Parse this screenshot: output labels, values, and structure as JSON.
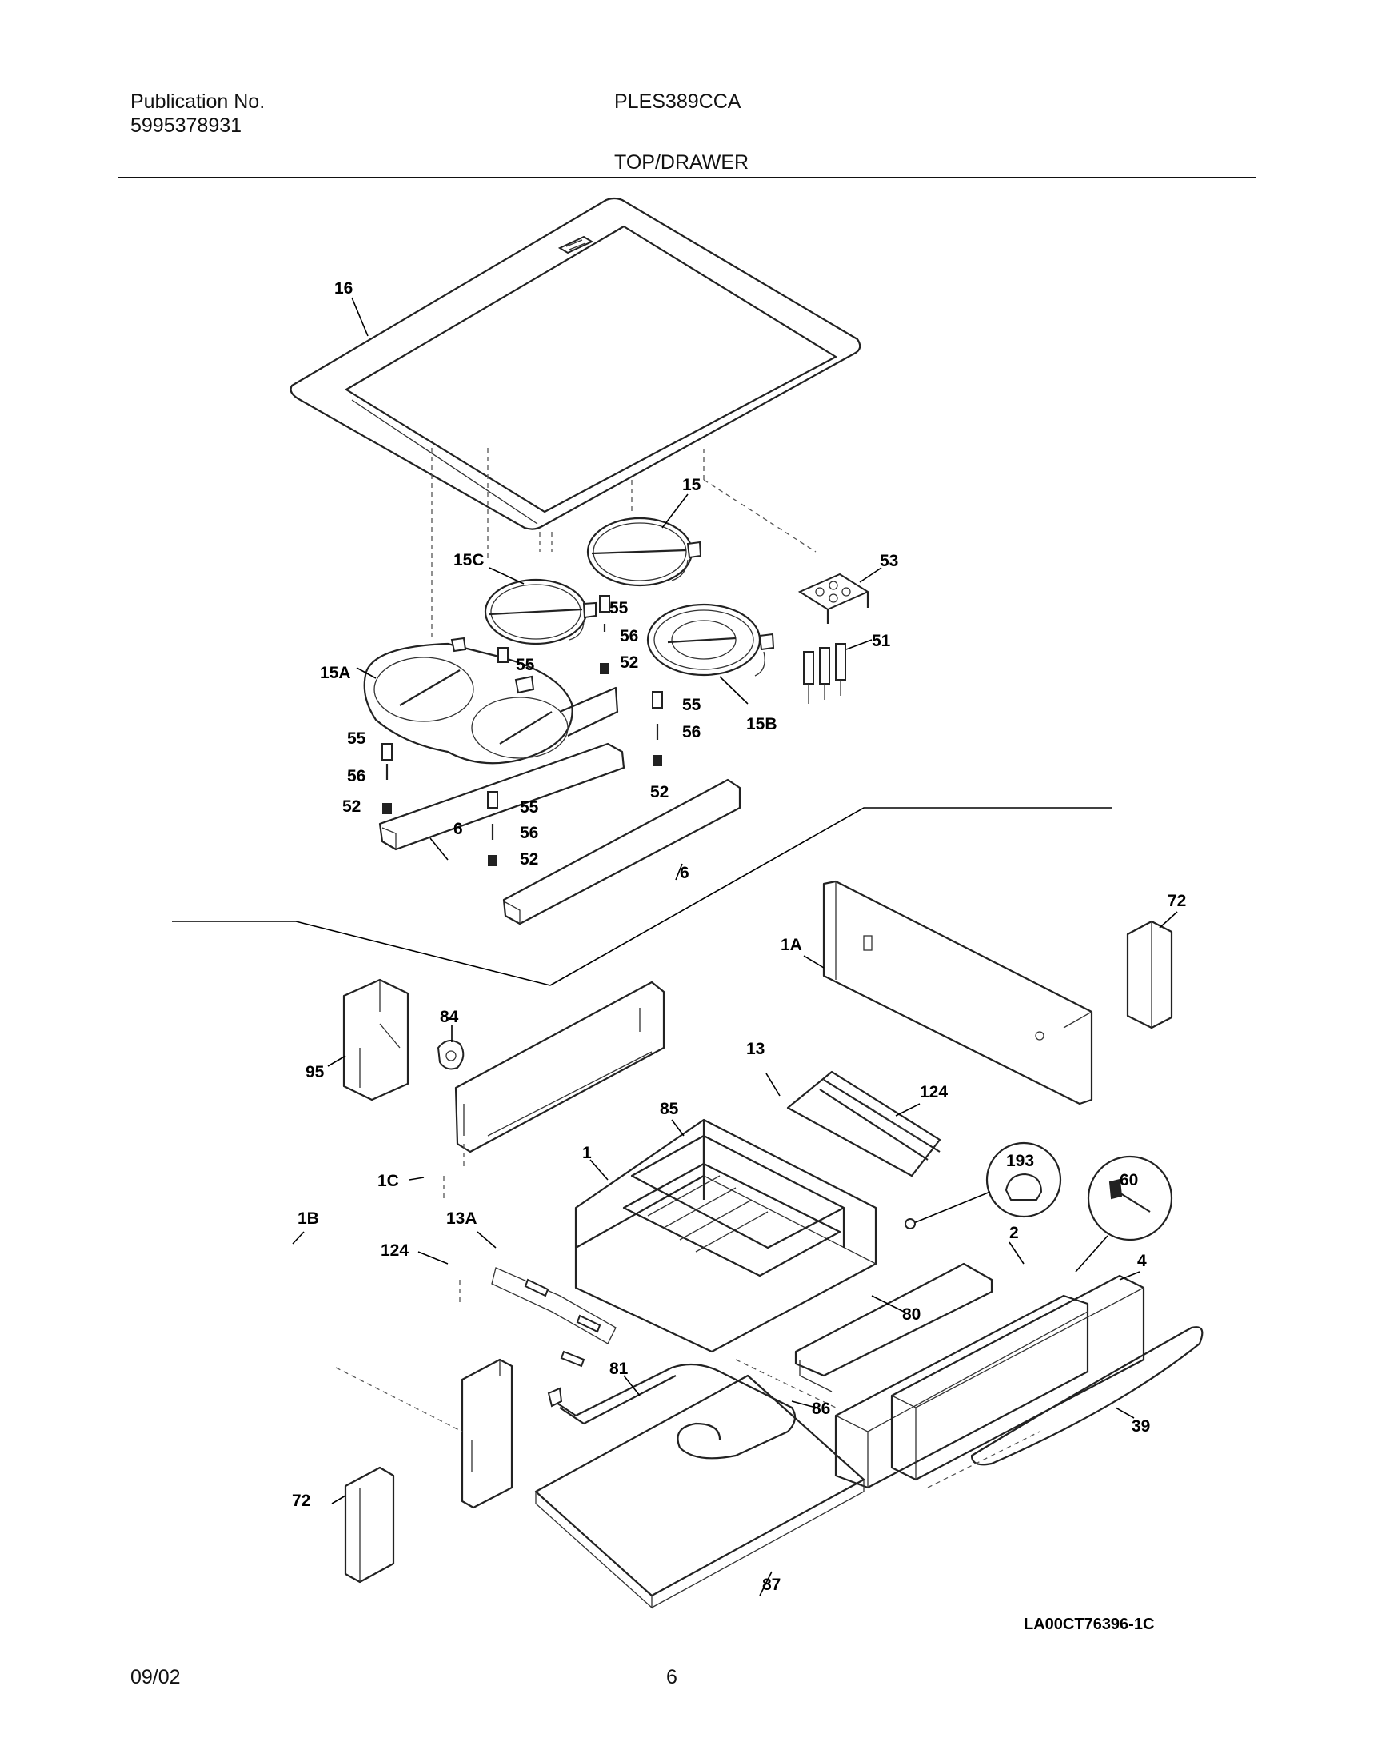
{
  "header": {
    "publication_label": "Publication No.",
    "publication_number": "5995378931",
    "model": "PLES389CCA",
    "section_title": "TOP/DRAWER"
  },
  "diagram": {
    "callouts": {
      "c16": "16",
      "c15": "15",
      "c15c": "15C",
      "c15a": "15A",
      "c15b": "15B",
      "c53": "53",
      "c51": "51",
      "c55a": "55",
      "c56a": "56",
      "c52a": "52",
      "c55b": "55",
      "c55c": "55",
      "c56c": "56",
      "c52c": "52",
      "c55d": "55",
      "c56d": "56",
      "c52d": "52",
      "c55e": "55",
      "c56e": "56",
      "c52e": "52",
      "c6a": "6",
      "c6b": "6",
      "c72a": "72",
      "c1a": "1A",
      "c95": "95",
      "c84": "84",
      "c13": "13",
      "c124a": "124",
      "c85": "85",
      "c1": "1",
      "c193": "193",
      "c60": "60",
      "c1c": "1C",
      "c1b": "1B",
      "c13a": "13A",
      "c124b": "124",
      "c2": "2",
      "c4": "4",
      "c80": "80",
      "c81": "81",
      "c86": "86",
      "c39": "39",
      "c72b": "72",
      "c87": "87"
    },
    "drawing_number": "LA00CT76396-1C"
  },
  "footer": {
    "date": "09/02",
    "page_number": "6"
  }
}
